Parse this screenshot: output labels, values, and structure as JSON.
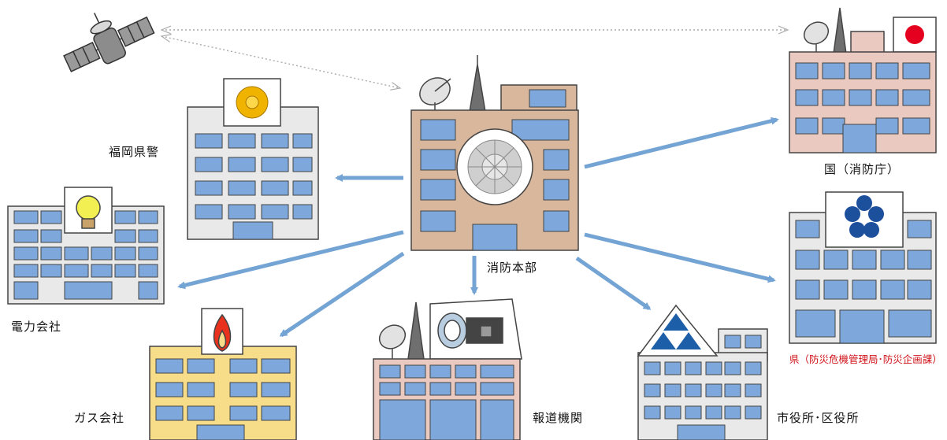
{
  "nodes": {
    "center": {
      "label": "消防本部"
    },
    "police": {
      "label": "福岡県警"
    },
    "national": {
      "label": "国（消防庁）"
    },
    "power": {
      "label": "電力会社"
    },
    "gas": {
      "label": "ガス会社"
    },
    "press": {
      "label": "報道機関"
    },
    "city": {
      "label": "市役所･区役所"
    },
    "prefecture": {
      "label": "県（防災危機管理局･防災企画課）"
    }
  },
  "colors": {
    "arrow": "#74a4d4",
    "glass": "#7ea7dc",
    "frame": "#444444",
    "brick": "#d9b79d",
    "pinkBuilding": "#e9c9c0",
    "yellowBuilding": "#f7dc8a",
    "grayBuilding": "#e6e6e6",
    "labelRed": "#d0141a",
    "flagRed": "#e5001f"
  }
}
